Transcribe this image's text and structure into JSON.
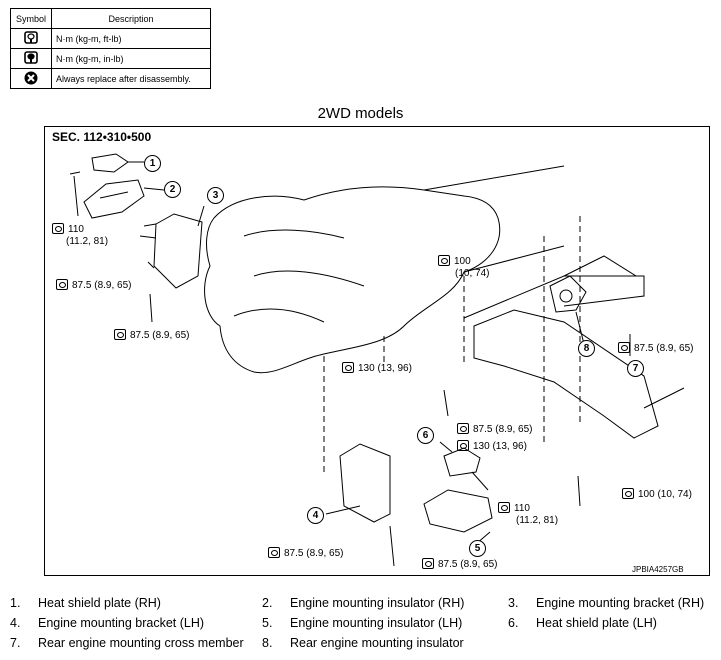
{
  "legend": {
    "header_symbol": "Symbol",
    "header_description": "Description",
    "rows": [
      {
        "icon": "torque-wrench-icon",
        "description": "N·m (kg-m, ft-lb)"
      },
      {
        "icon": "torque-wrench-small-icon",
        "description": "N·m (kg-m, in-lb)"
      },
      {
        "icon": "replace-x-icon",
        "description": "Always replace after disassembly."
      }
    ]
  },
  "diagram": {
    "title": "2WD models",
    "section": "SEC. 112•310•500",
    "code": "JPBIA4257GB",
    "torques": [
      {
        "line1": "110",
        "line2": "(11.2, 81)"
      },
      {
        "line1": "87.5 (8.9, 65)",
        "line2": ""
      },
      {
        "line1": "87.5 (8.9, 65)",
        "line2": ""
      },
      {
        "line1": "100",
        "line2": "(10, 74)"
      },
      {
        "line1": "130 (13, 96)",
        "line2": ""
      },
      {
        "line1": "87.5 (8.9, 65)",
        "line2": ""
      },
      {
        "line1": "87.5 (8.9, 65)",
        "line2": ""
      },
      {
        "line1": "130 (13, 96)",
        "line2": ""
      },
      {
        "line1": "110",
        "line2": "(11.2, 81)"
      },
      {
        "line1": "100 (10, 74)",
        "line2": ""
      },
      {
        "line1": "87.5 (8.9, 65)",
        "line2": ""
      },
      {
        "line1": "87.5 (8.9, 65)",
        "line2": ""
      }
    ],
    "callouts": [
      "1",
      "2",
      "3",
      "4",
      "5",
      "6",
      "7",
      "8"
    ]
  },
  "parts": [
    {
      "num": "1.",
      "name": "Heat shield plate (RH)"
    },
    {
      "num": "2.",
      "name": "Engine mounting insulator (RH)"
    },
    {
      "num": "3.",
      "name": "Engine mounting bracket (RH)"
    },
    {
      "num": "4.",
      "name": "Engine mounting bracket (LH)"
    },
    {
      "num": "5.",
      "name": "Engine mounting insulator (LH)"
    },
    {
      "num": "6.",
      "name": "Heat shield plate (LH)"
    },
    {
      "num": "7.",
      "name": "Rear engine mounting cross member"
    },
    {
      "num": "8.",
      "name": "Rear engine mounting insulator"
    }
  ]
}
